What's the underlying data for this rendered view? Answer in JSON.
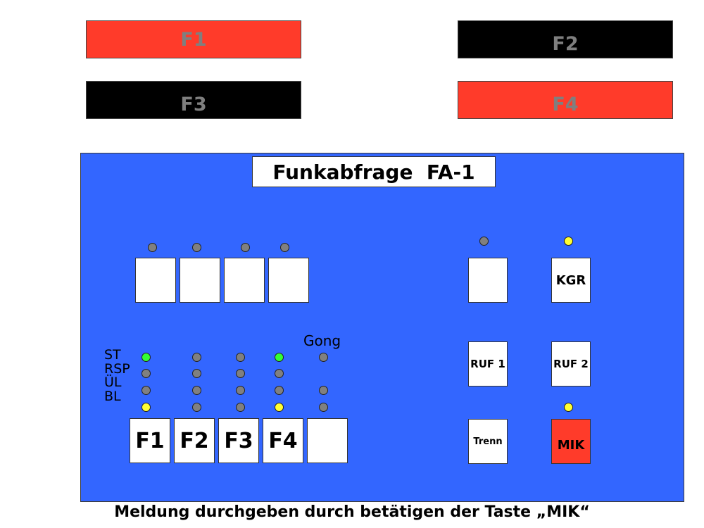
{
  "top_bars": [
    {
      "label": "F1",
      "state": "red"
    },
    {
      "label": "F2",
      "state": "black"
    },
    {
      "label": "F3",
      "state": "black"
    },
    {
      "label": "F4",
      "state": "red"
    }
  ],
  "colors": {
    "red": "#ff3b2a",
    "black": "#000000",
    "panel": "#3366ff",
    "led_off": "#808080",
    "led_green": "#33ff33",
    "led_yellow": "#ffff33",
    "mik_key": "#ff3b2a",
    "bar_text": "#7f7f7f"
  },
  "panel": {
    "title": "Funkabfrage  FA-1",
    "upper_keys_leds": [
      "off",
      "off",
      "off",
      "off"
    ],
    "status_rows": [
      "ST",
      "RSP",
      "ÜL",
      "BL"
    ],
    "gong_label": "Gong",
    "status_leds": {
      "F1": [
        "green",
        "off",
        "off",
        "yellow"
      ],
      "F2": [
        "off",
        "off",
        "off",
        "off"
      ],
      "F3": [
        "off",
        "off",
        "off",
        "off"
      ],
      "F4": [
        "green",
        "off",
        "off",
        "yellow"
      ],
      "Gong": [
        "off",
        null,
        "off",
        "off"
      ]
    },
    "channel_keys": [
      "F1",
      "F2",
      "F3",
      "F4",
      ""
    ],
    "right_keys": {
      "blank_led": "off",
      "kgr": {
        "label": "KGR",
        "led": "yellow"
      },
      "ruf1": "RUF 1",
      "ruf2": "RUF 2",
      "trenn": "Trenn",
      "mik": {
        "label": "MIK",
        "led": "yellow"
      }
    }
  },
  "footer": "Meldung durchgeben durch betätigen der Taste „MIK“"
}
